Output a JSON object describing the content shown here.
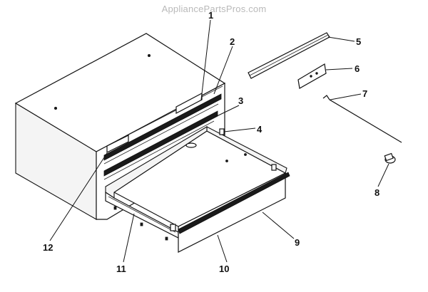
{
  "watermark": "AppliancePartsPros.com",
  "callouts": [
    "1",
    "2",
    "3",
    "4",
    "5",
    "6",
    "7",
    "8",
    "9",
    "10",
    "11",
    "12"
  ]
}
